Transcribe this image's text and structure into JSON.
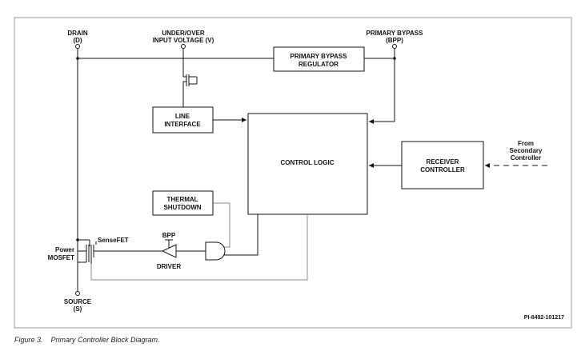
{
  "pins": {
    "drain_name": "DRAIN",
    "drain_code": "(D)",
    "voltage_line1": "UNDER/OVER",
    "voltage_line2": "INPUT VOLTAGE (V)",
    "bypass_name": "PRIMARY BYPASS",
    "bypass_code": "(BPP)",
    "source_name": "SOURCE",
    "source_code": "(S)"
  },
  "blocks": {
    "regulator_line1": "PRIMARY BYPASS",
    "regulator_line2": "REGULATOR",
    "line_interface_line1": "LINE",
    "line_interface_line2": "INTERFACE",
    "control_logic": "CONTROL LOGIC",
    "receiver_line1": "RECEIVER",
    "receiver_line2": "CONTROLLER",
    "thermal_line1": "THERMAL",
    "thermal_line2": "SHUTDOWN"
  },
  "labels": {
    "from_line1": "From",
    "from_line2": "Secondary",
    "from_line3": "Controller",
    "sensefet": "SenseFET",
    "power_line1": "Power",
    "power_line2": "MOSFET",
    "driver": "DRIVER",
    "bpp": "BPP",
    "code": "PI-8492-101217"
  },
  "caption": "Figure 3.    Primary Controller Block Diagram."
}
